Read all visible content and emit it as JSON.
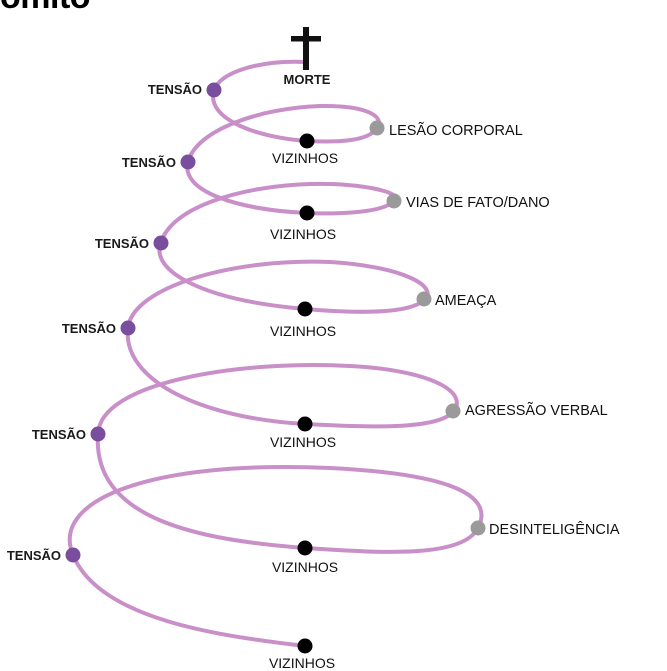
{
  "header": {
    "cut_title": "omito"
  },
  "colors": {
    "spiral": "#c98fc9",
    "tension_node": "#7a4e9e",
    "escalation_node": "#9a9a9a",
    "neighbor_node": "#000000",
    "cross": "#111111"
  },
  "top": {
    "label": "MORTE",
    "icon": "cross-icon"
  },
  "tension_labels": [
    "TENSÃO",
    "TENSÃO",
    "TENSÃO",
    "TENSÃO",
    "TENSÃO",
    "TENSÃO"
  ],
  "escalation_labels": [
    "LESÃO CORPORAL",
    "VIAS DE FATO/DANO",
    "AMEAÇA",
    "AGRESSÃO VERBAL",
    "DESINTELIGÊNCIA"
  ],
  "neighbor_labels": [
    "VIZINHOS",
    "VIZINHOS",
    "VIZINHOS",
    "VIZINHOS",
    "VIZINHOS",
    "VIZINHOS"
  ]
}
